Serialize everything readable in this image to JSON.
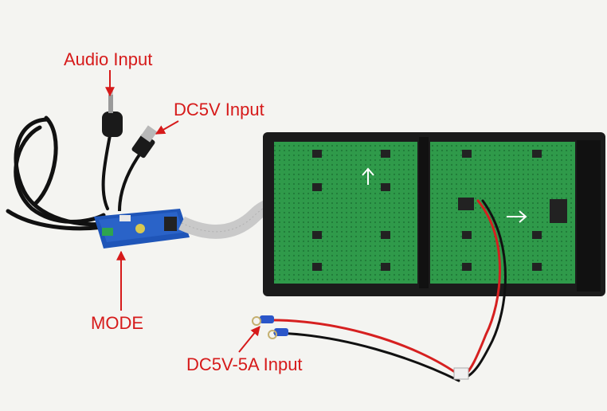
{
  "labels": {
    "audio_input": "Audio Input",
    "dc5v_input": "DC5V Input",
    "mode": "MODE",
    "dc5v_5a_input": "DC5V-5A Input"
  },
  "colors": {
    "annotation": "#d61a1a",
    "pcb_green": "#2f9a4a",
    "frame_black": "#1b1b1b",
    "controller_blue": "#1f55b8",
    "ribbon_gray": "#c9c9c9"
  }
}
